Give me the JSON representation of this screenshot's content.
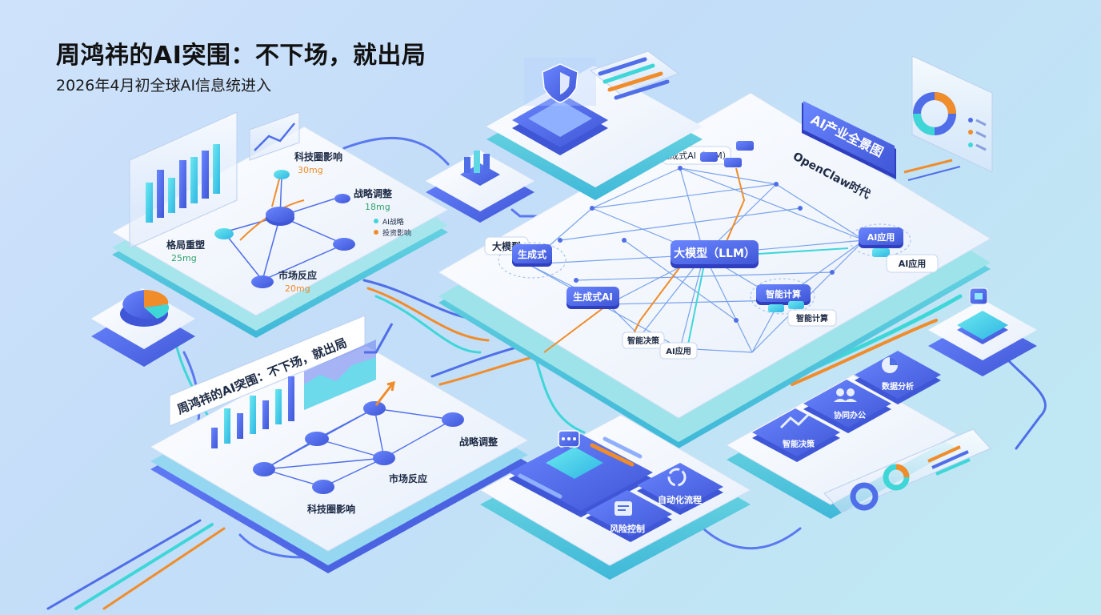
{
  "header": {
    "title": "周鸿祎的AI突围：不下场，就出局",
    "subtitle": "2026年4月初全球AI信息统进入"
  },
  "center_board": {
    "sign": "AI产业全景图",
    "caption": "OpenClaw时代",
    "core": "大模型（LLM）",
    "nodes": {
      "top": "生成式AI（LLM）",
      "left_small": "大模型",
      "left_blue": "生成式",
      "left_mid": "生成式AI",
      "bottom_a": "智能决策",
      "bottom_b": "AI应用",
      "right_blue": "AI应用",
      "right_white": "AI应用",
      "right_mid": "智能计算",
      "right_low": "智能计算"
    }
  },
  "top_left_board": {
    "labels": {
      "top": "科技圈影响",
      "top_sub": "30mg",
      "right": "战略调整",
      "right_sub": "18mg",
      "right_legend_1": "AI战略",
      "right_legend_2": "投资影响",
      "left": "格局重塑",
      "left_sub": "25mg",
      "bottom": "市场反应",
      "bottom_sub": "20mg"
    }
  },
  "bottom_left_board": {
    "headline": "周鸿祎的AI突围：不下场，就出局",
    "labels": {
      "right": "战略调整",
      "middle": "市场反应",
      "bottom": "科技圈影响"
    }
  },
  "bottom_center_board": {
    "tiles": [
      "风险控制",
      "自动化流程"
    ]
  },
  "bottom_right_board": {
    "tiles": [
      "智能决策",
      "协同办公",
      "数据分析"
    ]
  },
  "icons": {
    "chat": "chat-bubble-icon",
    "people": "people-icon",
    "trend": "trend-arrow-icon",
    "pie": "pie-chart-icon",
    "doc": "document-icon",
    "cycle": "cycle-icon",
    "shield": "shield-icon",
    "chip": "chip-icon"
  },
  "colors": {
    "accent_blue": "#4f6ee8",
    "cyan": "#3fd6d8",
    "orange": "#f08c2a",
    "board_white": "#f2f6fc",
    "board_rim": "#57d3d8"
  }
}
